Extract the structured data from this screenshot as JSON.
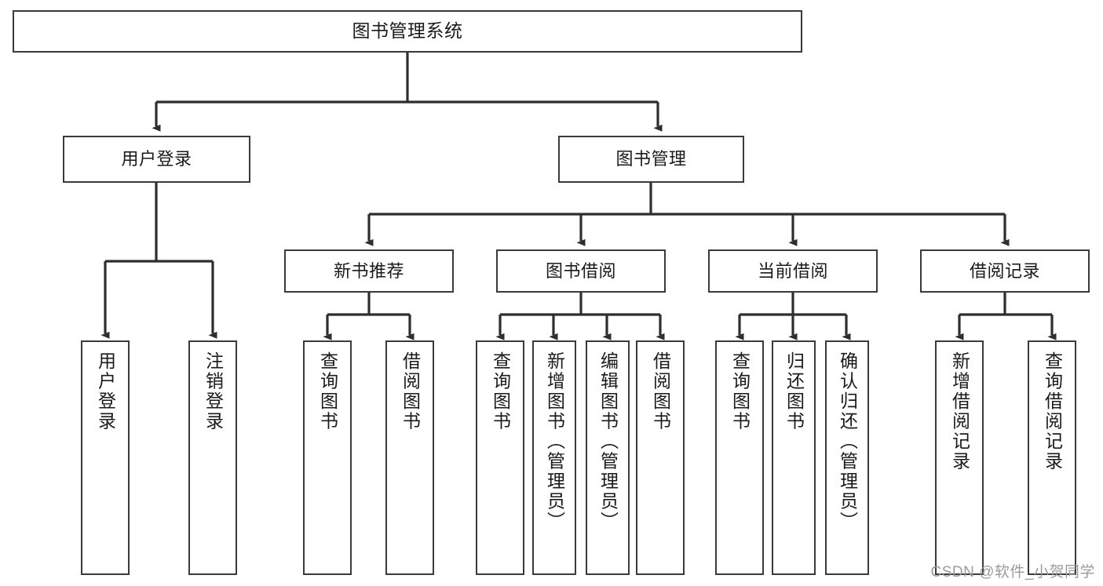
{
  "diagram": {
    "title": "图书管理系统",
    "type": "tree-hierarchy-diagram",
    "colors": {
      "border": "#3a3a3a",
      "background": "#ffffff",
      "text": "#1a1a1a",
      "watermark": "#9b9b9b"
    },
    "root": {
      "label": "图书管理系统"
    },
    "level1": [
      {
        "label": "用户登录"
      },
      {
        "label": "图书管理"
      }
    ],
    "level2": [
      {
        "label": "新书推荐"
      },
      {
        "label": "图书借阅"
      },
      {
        "label": "当前借阅"
      },
      {
        "label": "借阅记录"
      }
    ],
    "leaves": {
      "user_login": [
        {
          "label": "用户登录"
        },
        {
          "label": "注销登录"
        }
      ],
      "new_book_recommend": [
        {
          "label": "查询图书"
        },
        {
          "label": "借阅图书"
        }
      ],
      "book_borrow": [
        {
          "label": "查询图书"
        },
        {
          "label": "新增图书（管理员）"
        },
        {
          "label": "编辑图书（管理员）"
        },
        {
          "label": "借阅图书"
        }
      ],
      "current_borrow": [
        {
          "label": "查询图书"
        },
        {
          "label": "归还图书"
        },
        {
          "label": "确认归还（管理员）"
        }
      ],
      "borrow_record": [
        {
          "label": "新增借阅记录"
        },
        {
          "label": "查询借阅记录"
        }
      ]
    }
  },
  "watermark": {
    "text": "CSDN @软件_小贺同学"
  }
}
